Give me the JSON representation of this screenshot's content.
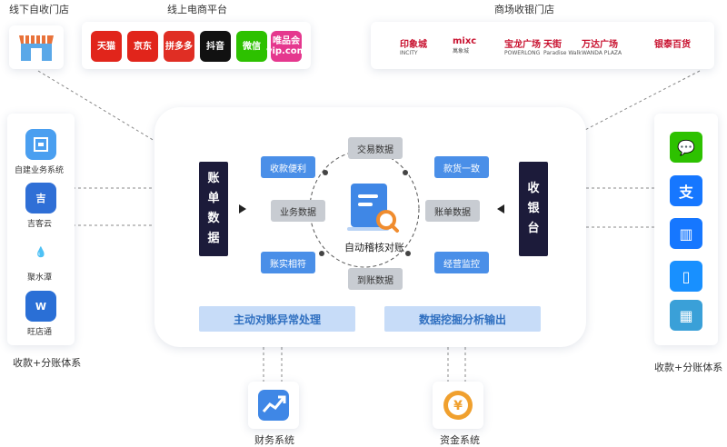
{
  "top": {
    "offline_store": "线下自收门店",
    "online_platform": "线上电商平台",
    "mall_cashier": "商场收银门店"
  },
  "platforms": [
    {
      "label": "天猫",
      "color": "#e1251b",
      "text": "#ffffff"
    },
    {
      "label": "京东",
      "color": "#e1251b",
      "text": "#ffffff"
    },
    {
      "label": "拼多多",
      "color": "#e02e24",
      "text": "#ffffff"
    },
    {
      "label": "抖音",
      "color": "#111111",
      "text": "#ffffff"
    },
    {
      "label": "微信",
      "color": "#2dc100",
      "text": "#ffffff"
    },
    {
      "label": "唯品会\nvip.com",
      "color": "#e5388e",
      "text": "#ffffff"
    }
  ],
  "malls": [
    {
      "name": "印象城",
      "sub": "INCITY"
    },
    {
      "name": "mixc",
      "sub": "萬象城"
    },
    {
      "name": "宝龙广场",
      "sub": "POWERLONG"
    },
    {
      "name": "天街",
      "sub": "Paradise Walk"
    },
    {
      "name": "万达广场",
      "sub": "WANDA PLAZA"
    },
    {
      "name": "银泰百货",
      "sub": ""
    }
  ],
  "left_systems": [
    {
      "label": "自建业务系统",
      "color": "#4a9ff0"
    },
    {
      "label": "吉客云",
      "color": "#2f6fd6",
      "glyph": "吉"
    },
    {
      "label": "聚水潭",
      "color": "#ffffff",
      "glyph": "💧"
    },
    {
      "label": "旺店通",
      "color": "#2a6fd6",
      "glyph": "W"
    }
  ],
  "left_footer": "收款+分账体系",
  "right_footer": "收款+分账体系",
  "right_pay_colors": [
    "#2dc100",
    "#1677ff",
    "#1677ff",
    "#1890ff",
    "#3aa0d8"
  ],
  "center": {
    "left_panel": [
      "账",
      "单",
      "数",
      "据"
    ],
    "right_panel": [
      "收",
      "银",
      "台"
    ],
    "core_label": "自动稽核对账",
    "chips_top": "交易数据",
    "chips_bottom": "到账数据",
    "chip_left_1": "收款便利",
    "chip_left_2": "业务数据",
    "chip_left_3": "账实相符",
    "chip_right_1": "款货一致",
    "chip_right_2": "账单数据",
    "chip_right_3": "经营监控",
    "bar_left": "主动对账异常处理",
    "bar_right": "数据挖掘分析输出"
  },
  "bottom": {
    "finance": "财务系统",
    "fund": "资金系统"
  }
}
